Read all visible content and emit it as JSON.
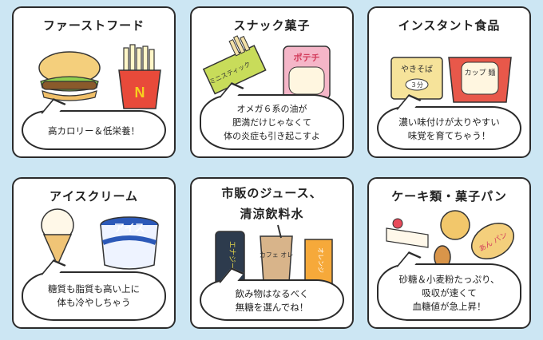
{
  "panels": [
    {
      "title": "ファーストフード",
      "text": "高カロリー＆低栄養！",
      "pkg1": "N"
    },
    {
      "title": "スナック菓子",
      "text": "オメガ６系の油が 肥満だけじゃなくて 体の炎症も引き起こすよ",
      "pkg1": "ミニスティック",
      "pkg2": "ポテチ"
    },
    {
      "title": "インスタント食品",
      "text": "濃い味付けが太りやすい 味覚を育てちゃう！",
      "pkg1": "やきそば",
      "pkg1b": "３分",
      "pkg2": "カップ 麺"
    },
    {
      "title": "アイスクリーム",
      "text": "糖質も脂質も高い上に 体も冷やしちゃう",
      "pkg1": "アイス"
    },
    {
      "title_line1": "市販のジュース、",
      "title_line2": "清涼飲料水",
      "text": "飲み物はなるべく 無糖を選んでね！",
      "pkg1": "エナジー",
      "pkg2": "カフェ オレ",
      "pkg3": "オレンジ"
    },
    {
      "title": "ケーキ類・菓子パン",
      "text": "砂糖＆小麦粉たっぷり、 吸収が速くて 血糖値が急上昇！",
      "pkg1": "あん パン"
    }
  ]
}
